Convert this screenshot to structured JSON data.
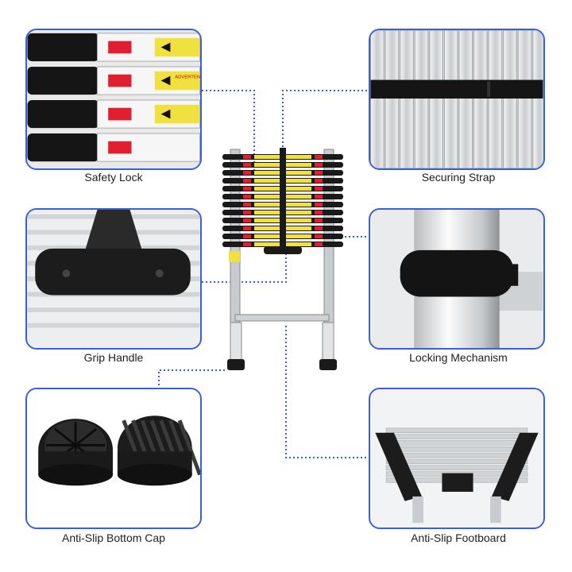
{
  "features": [
    {
      "id": "safety-lock",
      "label": "Safety Lock",
      "warning_text": "ADVERTENCIA"
    },
    {
      "id": "securing-strap",
      "label": "Securing Strap"
    },
    {
      "id": "grip-handle",
      "label": "Grip Handle"
    },
    {
      "id": "locking-mechanism",
      "label": "Locking Mechanism"
    },
    {
      "id": "anti-slip-bottom-cap",
      "label": "Anti-Slip Bottom Cap"
    },
    {
      "id": "anti-slip-footboard",
      "label": "Anti-Slip Footboard"
    }
  ],
  "colors": {
    "panel_border": "#3b5fd6",
    "connector": "#3b5fd6",
    "lock_red": "#e02030",
    "label_yellow": "#f0e040",
    "rubber_black": "#1a1a1a",
    "aluminium": "#d8dadc"
  }
}
